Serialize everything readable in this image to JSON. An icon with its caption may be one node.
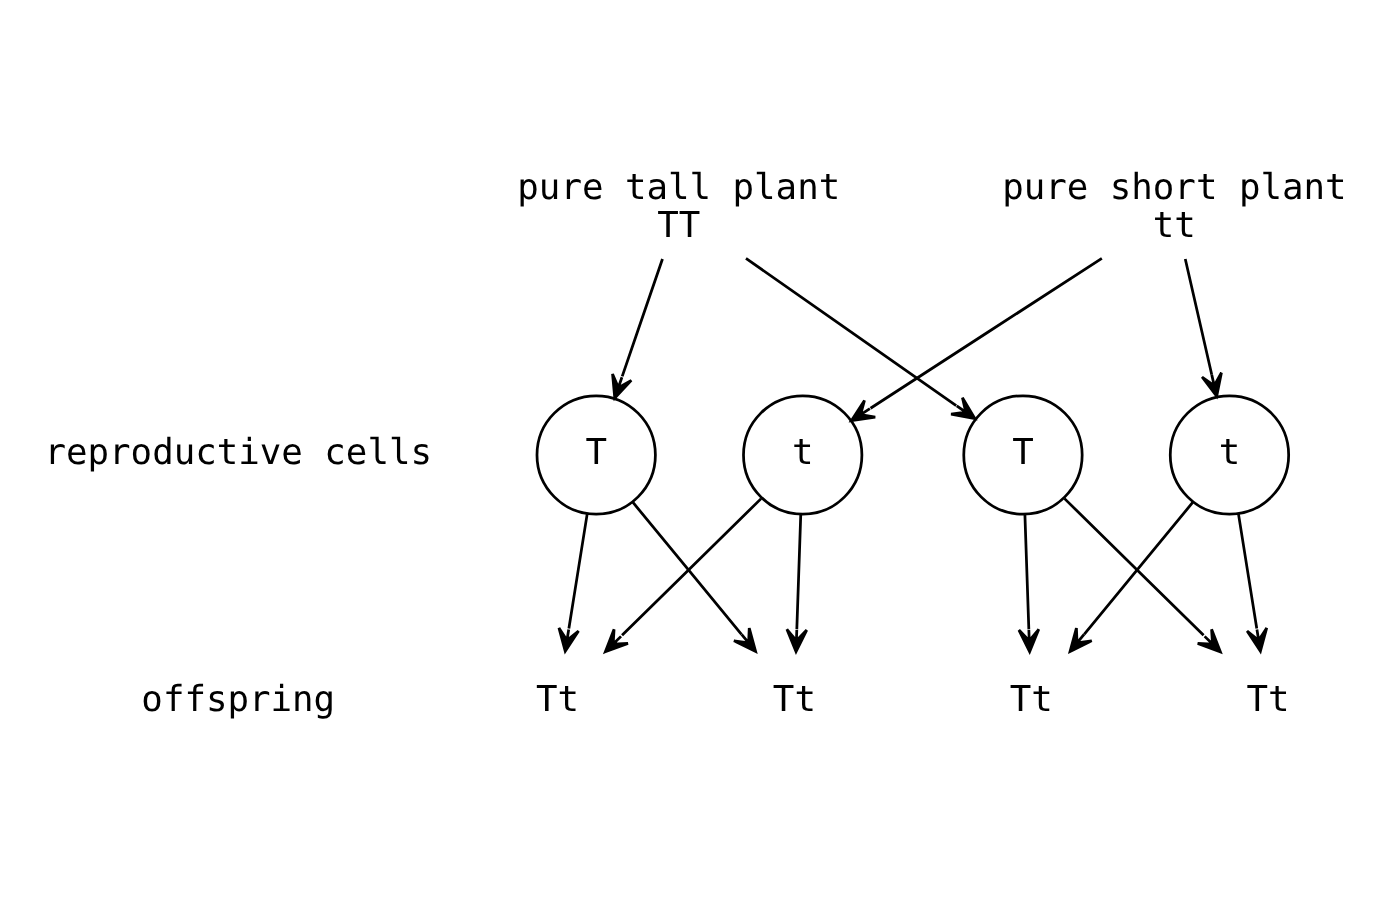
{
  "diagram": {
    "nodes": [
      {
        "text": [
          "pure tall plant",
          "TT"
        ]
      },
      {
        "text": [
          "pure short plant",
          "tt"
        ]
      },
      {
        "text": [
          "T"
        ]
      },
      {
        "text": [
          "T"
        ]
      },
      {
        "text": [
          "t"
        ]
      },
      {
        "text": [
          "t"
        ]
      },
      {
        "text": [
          "Tt"
        ]
      },
      {
        "text": [
          "Tt"
        ]
      },
      {
        "text": [
          "Tt"
        ]
      },
      {
        "text": [
          "Tt"
        ]
      }
    ],
    "edges": [
      {
        "from": 0,
        "to": 2,
        "arrow": "to"
      },
      {
        "from": 0,
        "to": 3,
        "arrow": "to"
      },
      {
        "from": 1,
        "to": 4,
        "arrow": "to"
      },
      {
        "from": 1,
        "to": 5,
        "arrow": "to"
      },
      {
        "from": 2,
        "to": 6,
        "arrow": "to"
      },
      {
        "from": 2,
        "to": 8,
        "arrow": "to"
      },
      {
        "from": 3,
        "to": 7,
        "arrow": "to"
      },
      {
        "from": 3,
        "to": 9,
        "arrow": "to"
      },
      {
        "from": 4,
        "to": 6,
        "arrow": "to"
      },
      {
        "from": 4,
        "to": 8,
        "arrow": "to"
      },
      {
        "from": 5,
        "to": 7,
        "arrow": "to"
      },
      {
        "from": 5,
        "to": 9,
        "arrow": "to"
      }
    ],
    "labels": [
      "reproductive cells",
      "offspring"
    ]
  }
}
